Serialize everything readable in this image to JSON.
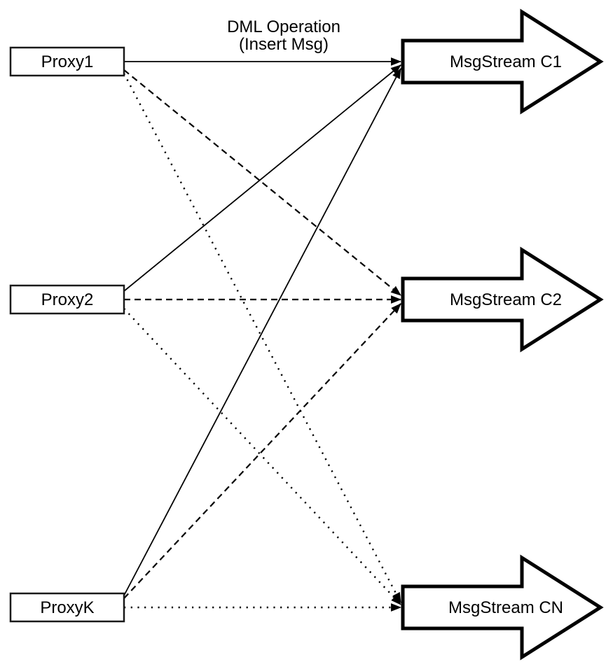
{
  "diagram": {
    "annotation": {
      "line1": "DML Operation",
      "line2": "(Insert Msg)"
    },
    "proxies": [
      {
        "label": "Proxy1"
      },
      {
        "label": "Proxy2"
      },
      {
        "label": "ProxyK"
      }
    ],
    "streams": [
      {
        "label": "MsgStream C1"
      },
      {
        "label": "MsgStream C2"
      },
      {
        "label": "MsgStream CN"
      }
    ],
    "edges": [
      {
        "from": "Proxy1",
        "to": "MsgStream C1",
        "style": "solid"
      },
      {
        "from": "Proxy1",
        "to": "MsgStream C2",
        "style": "dashed"
      },
      {
        "from": "Proxy1",
        "to": "MsgStream CN",
        "style": "dotted"
      },
      {
        "from": "Proxy2",
        "to": "MsgStream C1",
        "style": "solid"
      },
      {
        "from": "Proxy2",
        "to": "MsgStream C2",
        "style": "dashed"
      },
      {
        "from": "Proxy2",
        "to": "MsgStream CN",
        "style": "dotted"
      },
      {
        "from": "ProxyK",
        "to": "MsgStream C1",
        "style": "solid"
      },
      {
        "from": "ProxyK",
        "to": "MsgStream C2",
        "style": "dashed"
      },
      {
        "from": "ProxyK",
        "to": "MsgStream CN",
        "style": "dotted"
      }
    ],
    "colors": {
      "line": "#000000",
      "shape_fill": "#ffffff",
      "shape_stroke": "#000000",
      "text": "#000000"
    }
  }
}
